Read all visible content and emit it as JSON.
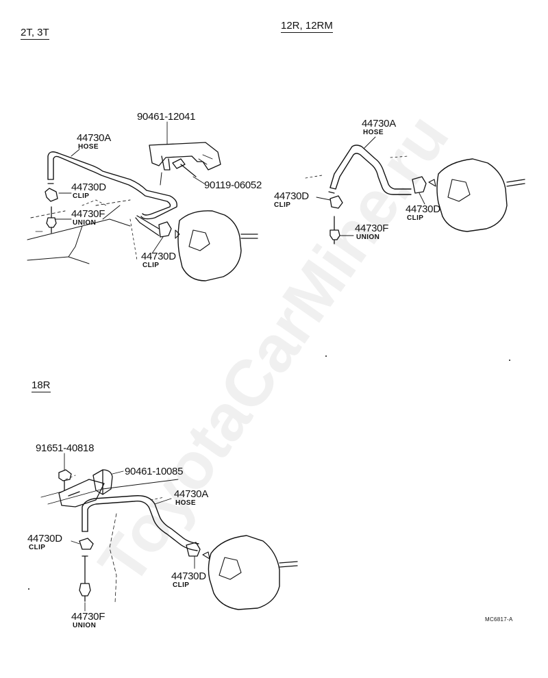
{
  "watermark": "ToyotaCarMine.ru",
  "diagram_code": "MC6817-A",
  "sections": {
    "t_engine": {
      "heading": "2T, 3T",
      "labels": {
        "bracket_bolt": "90461-12041",
        "hose_num": "44730A",
        "hose_name": "HOSE",
        "clip1_num": "44730D",
        "clip1_name": "CLIP",
        "union_num": "44730F",
        "union_name": "UNION",
        "screw": "90119-06052",
        "clip2_num": "44730D",
        "clip2_name": "CLIP"
      }
    },
    "r_engine": {
      "heading": "12R, 12RM",
      "labels": {
        "hose_num": "44730A",
        "hose_name": "HOSE",
        "clip1_num": "44730D",
        "clip1_name": "CLIP",
        "clip2_num": "44730D",
        "clip2_name": "CLIP",
        "union_num": "44730F",
        "union_name": "UNION"
      }
    },
    "r18_engine": {
      "heading": "18R",
      "labels": {
        "bolt": "91651-40818",
        "bracket": "90461-10085",
        "hose_num": "44730A",
        "hose_name": "HOSE",
        "clip1_num": "44730D",
        "clip1_name": "CLIP",
        "clip2_num": "44730D",
        "clip2_name": "CLIP",
        "union_num": "44730F",
        "union_name": "UNION"
      }
    }
  }
}
